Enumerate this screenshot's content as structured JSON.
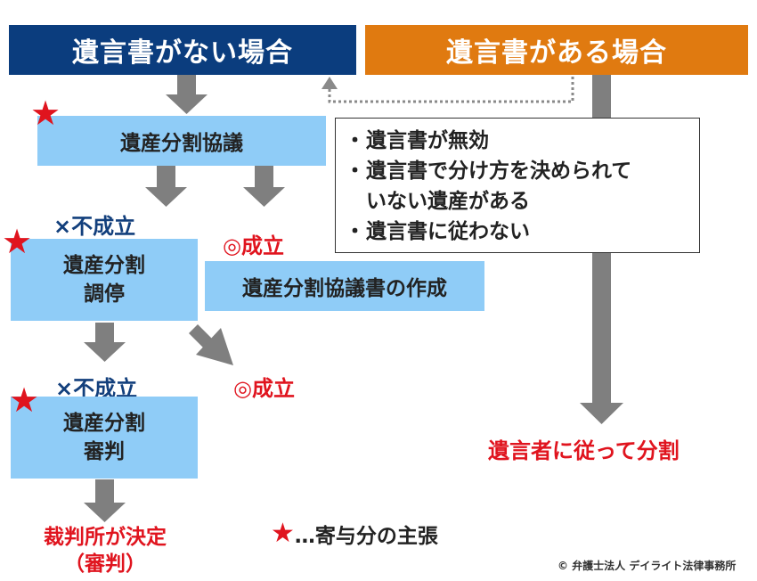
{
  "headers": {
    "no_will": "遺言書がない場合",
    "has_will": "遺言書がある場合"
  },
  "steps": {
    "negotiation": "遺産分割協議",
    "mediation_line1": "遺産分割",
    "mediation_line2": "調停",
    "trial_line1": "遺産分割",
    "trial_line2": "審判",
    "agreement_doc": "遺産分割協議書の作成"
  },
  "labels": {
    "failed_1": "×不成立",
    "failed_2": "×不成立",
    "success_1": "◎成立",
    "success_2": "◎成立"
  },
  "conditions": {
    "bullet": "・",
    "items": [
      "遺言書が無効",
      "遺言書で分け方を決められて",
      "いない遺産がある",
      "遺言書に従わない"
    ]
  },
  "outcomes": {
    "follow_will": "遺言者に従って分割",
    "court_line1": "裁判所が決定",
    "court_line2": "（審判）"
  },
  "legend": {
    "star": "★",
    "text": "…寄与分の主張"
  },
  "copyright": "© 弁護士法人 デイライト法律事務所",
  "colors": {
    "navy": "#0b3d7e",
    "orange": "#e07a10",
    "light_blue": "#8fccf7",
    "red": "#e0141e",
    "arrow_gray": "#7f7f7f"
  }
}
